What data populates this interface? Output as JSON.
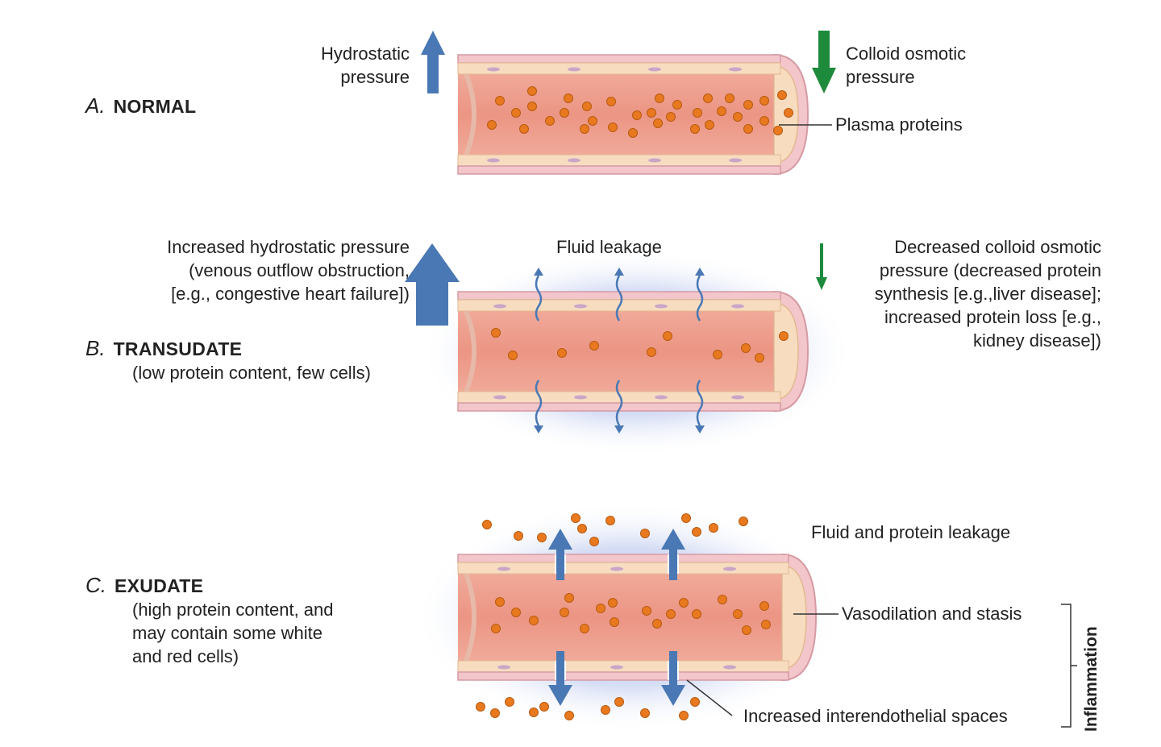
{
  "colors": {
    "vessel_wall": "#f2c6cb",
    "vessel_wall_edge": "#d69aa3",
    "endothelium": "#f7dcc0",
    "lumen": "#ee9a8c",
    "protein_dot": "#e8791f",
    "hydrostatic_arrow": "#4a78b5",
    "osmotic_arrow": "#1e8a3c",
    "leak_halo": "#a9b8e6"
  },
  "panels": {
    "a": {
      "letter": "A.",
      "title": "NORMAL",
      "hydrostatic_label": [
        "Hydrostatic",
        "pressure"
      ],
      "osmotic_label": [
        "Colloid osmotic",
        "pressure"
      ],
      "proteins_label": "Plasma proteins"
    },
    "b": {
      "letter": "B.",
      "title": "TRANSUDATE",
      "subtitle": "(low protein content, few cells)",
      "hydrostatic_label": [
        "Increased hydrostatic pressure",
        "(venous outflow obstruction,",
        "[e.g., congestive heart failure])"
      ],
      "leak_label": "Fluid leakage",
      "osmotic_label": [
        "Decreased colloid osmotic",
        "pressure (decreased protein",
        "synthesis [e.g.,liver disease];",
        "increased protein loss [e.g.,",
        "kidney disease])"
      ]
    },
    "c": {
      "letter": "C.",
      "title": "EXUDATE",
      "subtitle": [
        "(high protein content, and",
        "may contain some white",
        "and red cells)"
      ],
      "leak_label": "Fluid and protein leakage",
      "vasodilation_label": "Vasodilation and stasis",
      "spaces_label": "Increased interendothelial spaces",
      "bracket_label": "Inflammation"
    }
  }
}
